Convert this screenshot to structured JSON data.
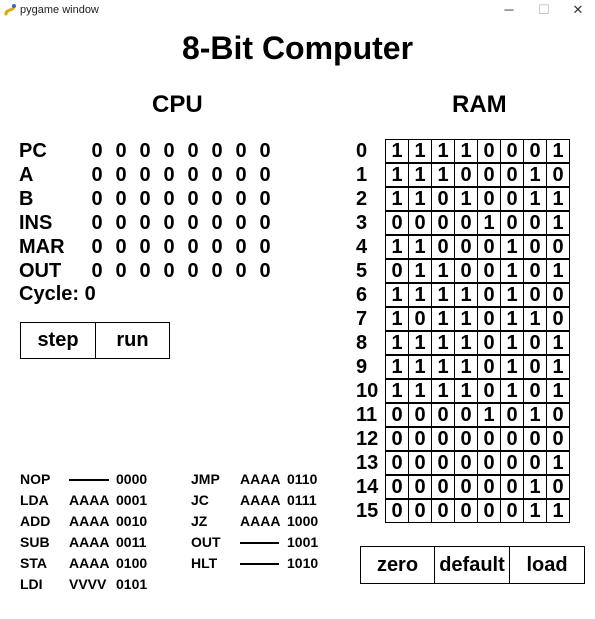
{
  "window": {
    "title": "pygame window",
    "controls": {
      "minimize": "─",
      "maximize": "☐",
      "close": "✕"
    }
  },
  "title": "8-Bit Computer",
  "cpu": {
    "heading": "CPU",
    "registers": [
      {
        "name": "PC",
        "bits": [
          "0",
          "0",
          "0",
          "0",
          "0",
          "0",
          "0",
          "0"
        ]
      },
      {
        "name": "A",
        "bits": [
          "0",
          "0",
          "0",
          "0",
          "0",
          "0",
          "0",
          "0"
        ]
      },
      {
        "name": "B",
        "bits": [
          "0",
          "0",
          "0",
          "0",
          "0",
          "0",
          "0",
          "0"
        ]
      },
      {
        "name": "INS",
        "bits": [
          "0",
          "0",
          "0",
          "0",
          "0",
          "0",
          "0",
          "0"
        ]
      },
      {
        "name": "MAR",
        "bits": [
          "0",
          "0",
          "0",
          "0",
          "0",
          "0",
          "0",
          "0"
        ]
      },
      {
        "name": "OUT",
        "bits": [
          "0",
          "0",
          "0",
          "0",
          "0",
          "0",
          "0",
          "0"
        ]
      }
    ],
    "cycle_label": "Cycle: 0",
    "buttons": {
      "step": "step",
      "run": "run"
    }
  },
  "ram": {
    "heading": "RAM",
    "rows": [
      {
        "addr": "0",
        "bits": [
          "1",
          "1",
          "1",
          "1",
          "0",
          "0",
          "0",
          "1"
        ]
      },
      {
        "addr": "1",
        "bits": [
          "1",
          "1",
          "1",
          "0",
          "0",
          "0",
          "1",
          "0"
        ]
      },
      {
        "addr": "2",
        "bits": [
          "1",
          "1",
          "0",
          "1",
          "0",
          "0",
          "1",
          "1"
        ]
      },
      {
        "addr": "3",
        "bits": [
          "0",
          "0",
          "0",
          "0",
          "1",
          "0",
          "0",
          "1"
        ]
      },
      {
        "addr": "4",
        "bits": [
          "1",
          "1",
          "0",
          "0",
          "0",
          "1",
          "0",
          "0"
        ]
      },
      {
        "addr": "5",
        "bits": [
          "0",
          "1",
          "1",
          "0",
          "0",
          "1",
          "0",
          "1"
        ]
      },
      {
        "addr": "6",
        "bits": [
          "1",
          "1",
          "1",
          "1",
          "0",
          "1",
          "0",
          "0"
        ]
      },
      {
        "addr": "7",
        "bits": [
          "1",
          "0",
          "1",
          "1",
          "0",
          "1",
          "1",
          "0"
        ]
      },
      {
        "addr": "8",
        "bits": [
          "1",
          "1",
          "1",
          "1",
          "0",
          "1",
          "0",
          "1"
        ]
      },
      {
        "addr": "9",
        "bits": [
          "1",
          "1",
          "1",
          "1",
          "0",
          "1",
          "0",
          "1"
        ]
      },
      {
        "addr": "10",
        "bits": [
          "1",
          "1",
          "1",
          "1",
          "0",
          "1",
          "0",
          "1"
        ]
      },
      {
        "addr": "11",
        "bits": [
          "0",
          "0",
          "0",
          "0",
          "1",
          "0",
          "1",
          "0"
        ]
      },
      {
        "addr": "12",
        "bits": [
          "0",
          "0",
          "0",
          "0",
          "0",
          "0",
          "0",
          "0"
        ]
      },
      {
        "addr": "13",
        "bits": [
          "0",
          "0",
          "0",
          "0",
          "0",
          "0",
          "0",
          "1"
        ]
      },
      {
        "addr": "14",
        "bits": [
          "0",
          "0",
          "0",
          "0",
          "0",
          "0",
          "1",
          "0"
        ]
      },
      {
        "addr": "15",
        "bits": [
          "0",
          "0",
          "0",
          "0",
          "0",
          "0",
          "1",
          "1"
        ]
      }
    ],
    "buttons": {
      "zero": "zero",
      "default": "default",
      "load": "load"
    }
  },
  "instructions": [
    {
      "op": "NOP",
      "arg": "",
      "code": "0000"
    },
    {
      "op": "LDA",
      "arg": "AAAA",
      "code": "0001"
    },
    {
      "op": "ADD",
      "arg": "AAAA",
      "code": "0010"
    },
    {
      "op": "SUB",
      "arg": "AAAA",
      "code": "0011"
    },
    {
      "op": "STA",
      "arg": "AAAA",
      "code": "0100"
    },
    {
      "op": "LDI",
      "arg": "VVVV",
      "code": "0101"
    },
    {
      "op": "JMP",
      "arg": "AAAA",
      "code": "0110"
    },
    {
      "op": "JC",
      "arg": "AAAA",
      "code": "0111"
    },
    {
      "op": "JZ",
      "arg": "AAAA",
      "code": "1000"
    },
    {
      "op": "OUT",
      "arg": "",
      "code": "1001"
    },
    {
      "op": "HLT",
      "arg": "",
      "code": "1010"
    }
  ]
}
